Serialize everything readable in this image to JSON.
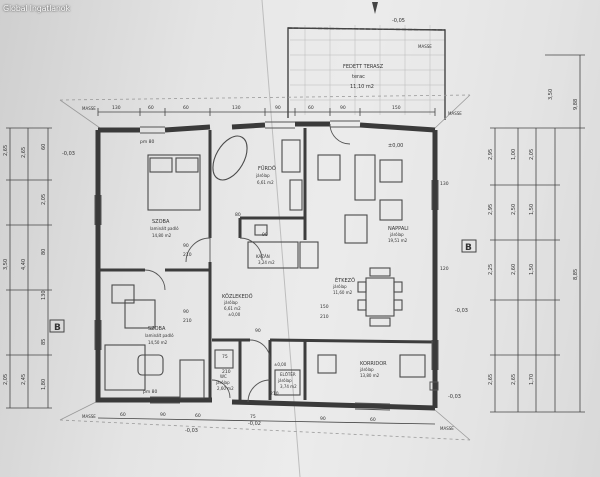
{
  "watermark": "Global Ingatlanok",
  "colors": {
    "wall": "#3a3a3a",
    "line": "#555555",
    "paper": "#e8e8e8"
  },
  "terrace": {
    "name": "FEDETT TERASZ",
    "floor": "terac",
    "area": "11,10 m2",
    "tag": "MASSE"
  },
  "rooms": {
    "room1": {
      "name": "SZOBA",
      "floor": "laminált padló",
      "area": "14,80 m2"
    },
    "room2": {
      "name": "SZOBA",
      "floor": "laminált padló",
      "area": "14,50 m2"
    },
    "bath": {
      "name": "FÜRDŐ",
      "floor": "járólap",
      "area": "6,61 m2"
    },
    "kitchen": {
      "name": "NAPPALI",
      "floor": "járólap",
      "area": "19,51 m2"
    },
    "dining": {
      "name": "ÉTKEZŐ",
      "floor": "járólap",
      "area": "11,60 m2"
    },
    "hall": {
      "name": "KÖZLEKEDŐ",
      "floor": "járólap",
      "area": "6,61 m2"
    },
    "wc": {
      "name": "WC",
      "floor": "járólap",
      "area": "2,60 m2"
    },
    "entry": {
      "name": "ELŐTÉR",
      "floor": "járólap",
      "area": "3,74 m2"
    },
    "boiler": {
      "name": "KAZÁN",
      "floor": "",
      "area": "3,24 m2"
    },
    "porch": {
      "name": "KORRIDOR",
      "floor": "járólap",
      "area": "13,80 m2"
    }
  },
  "levels": {
    "terrace": "-0,05",
    "top_left": "-0,03",
    "right_top": "±0,00",
    "right_mid": "-0,03",
    "bottom_left": "-0,03",
    "bottom_mid": "-0,02",
    "bottom_right": "-0,03",
    "entry": "±0,00",
    "hall": "±0,00"
  },
  "section_marks": {
    "left": "B",
    "right": "B"
  },
  "dims_left_outer": [
    "2,65",
    "3,50",
    "2,05"
  ],
  "dims_left_mid": [
    "2,65",
    "4,40",
    "2,45"
  ],
  "dims_left_inner": [
    "60",
    "2,05",
    "80",
    "130",
    "85",
    "1,80"
  ],
  "dims_right_1": [
    "2,95",
    "2,95",
    "2,25",
    "2,65"
  ],
  "dims_right_2": [
    "1,00",
    "2,50",
    "2,60",
    "2,65"
  ],
  "dims_right_3": [
    "2,05",
    "1,50",
    "1,50",
    "1,70"
  ],
  "dims_right_outer": [
    "9,88",
    "8,85",
    "3,50"
  ],
  "dims_top": [
    "130",
    "60",
    "60",
    "130",
    "90",
    "60",
    "90",
    "150"
  ],
  "dims_bottom": [
    "60",
    "90",
    "60",
    "75",
    "90",
    "60"
  ],
  "openings": {
    "o1": "pm 80",
    "o2": "90",
    "o3": "210",
    "o4": "90",
    "o5": "210",
    "o6": "80",
    "o7": "90",
    "o8": "150",
    "o9": "210",
    "o10": "75",
    "o11": "210",
    "o12": "pm 80",
    "o13": "130",
    "o14": "120",
    "o15": "90",
    "o16": "210"
  },
  "small_tags": {
    "a": "MASSE",
    "b": "MASSE",
    "c": "MASSE",
    "d": "MASSE"
  }
}
